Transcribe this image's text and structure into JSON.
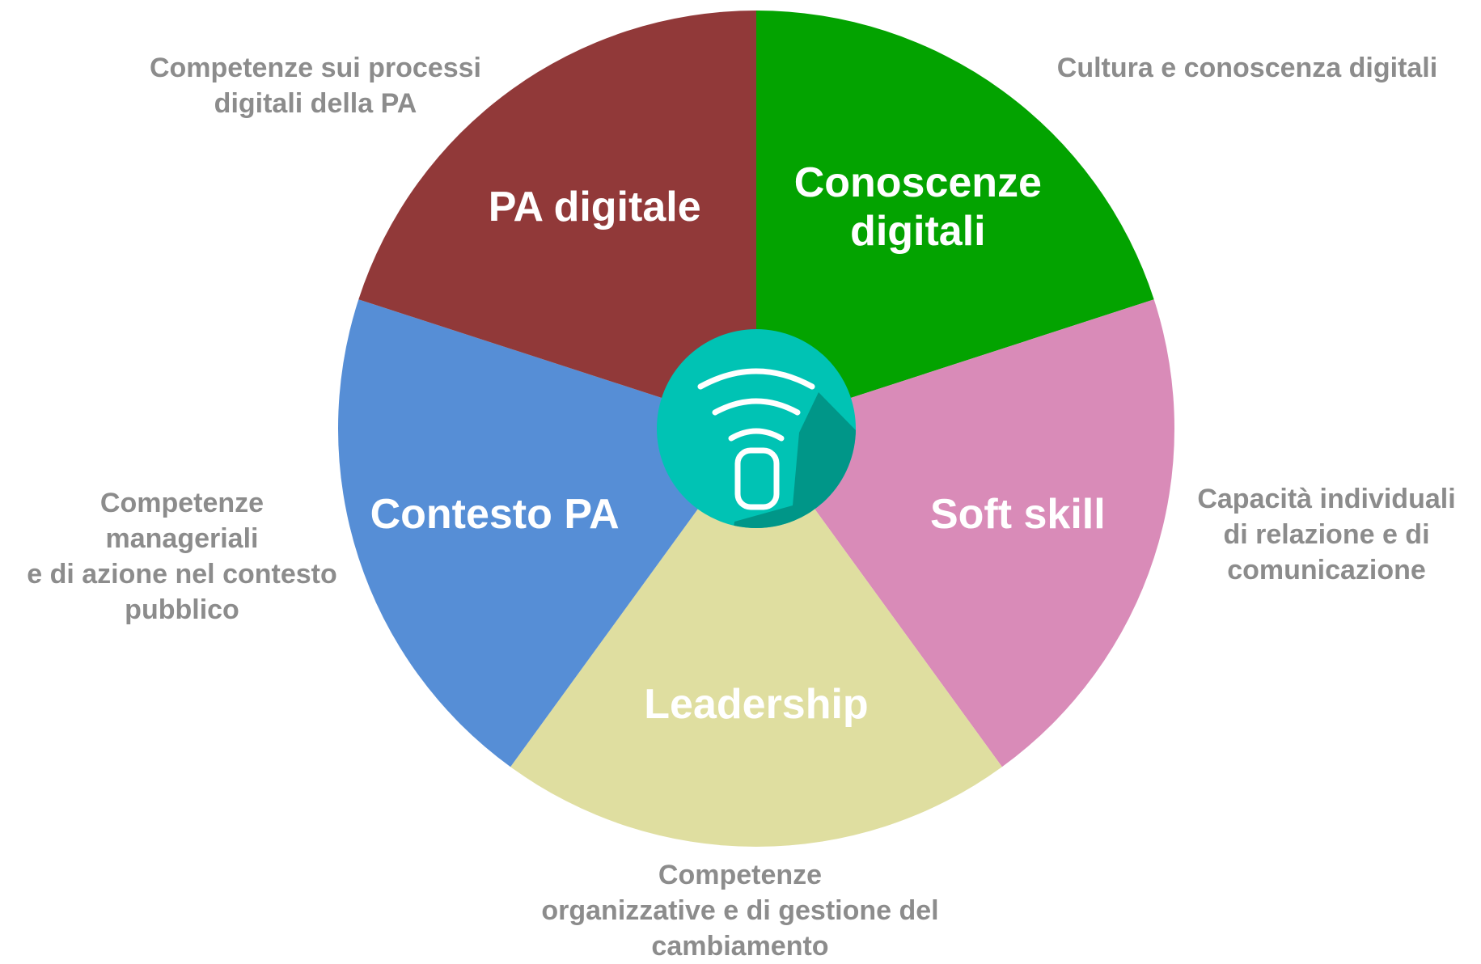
{
  "diagram": {
    "segments": [
      {
        "key": "conoscenze",
        "label_lines": [
          "Conoscenze",
          "digitali"
        ],
        "color": "#03a300",
        "start_deg": 0,
        "end_deg": 72
      },
      {
        "key": "soft",
        "label_lines": [
          "Soft skill"
        ],
        "color": "#d98bb8",
        "start_deg": 72,
        "end_deg": 144
      },
      {
        "key": "leadership",
        "label_lines": [
          "Leadership"
        ],
        "color": "#dfdea0",
        "start_deg": 144,
        "end_deg": 216
      },
      {
        "key": "contesto",
        "label_lines": [
          "Contesto PA"
        ],
        "color": "#568ed6",
        "start_deg": 216,
        "end_deg": 288
      },
      {
        "key": "pa_digitale",
        "label_lines": [
          "PA digitale"
        ],
        "color": "#913939",
        "start_deg": 288,
        "end_deg": 360
      }
    ],
    "external_labels": {
      "pa_digitale": "Competenze sui processi\ndigitali della PA",
      "conoscenze": "Cultura e conoscenza digitali",
      "soft": "Capacità individuali\ndi relazione e di\ncomunicazione",
      "leadership": "Competenze\norganizzative e di gestione del\ncambiamento",
      "contesto": "Competenze\nmanageriali\ne di azione nel contesto\npubblico"
    },
    "center_icon": {
      "name": "wifi-signal-icon",
      "color": "#00c3b4",
      "shadow_color": "#009688"
    },
    "external_label_color": "#8c8c8c"
  }
}
